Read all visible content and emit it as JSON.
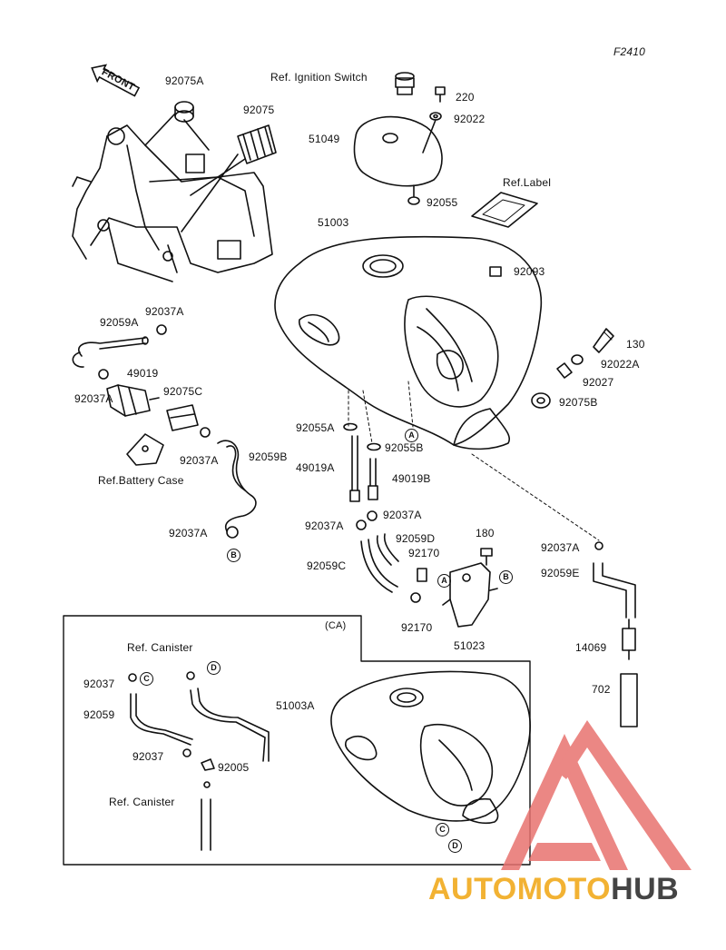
{
  "figure_id": "F2410",
  "front_label": "FRONT",
  "ca_label": "(CA)",
  "labels": {
    "l_92075A": "92075A",
    "l_92075": "92075",
    "l_ignition": "Ref. Ignition Switch",
    "l_220": "220",
    "l_92022": "92022",
    "l_51049": "51049",
    "l_ref_label": "Ref.Label",
    "l_92055": "92055",
    "l_51003": "51003",
    "l_92093": "92093",
    "l_92037A_1": "92037A",
    "l_92059A": "92059A",
    "l_49019": "49019",
    "l_92037A_2": "92037A",
    "l_92075C": "92075C",
    "l_92037A_3": "92037A",
    "l_92059B": "92059B",
    "l_battery": "Ref.Battery Case",
    "l_92037A_4": "92037A",
    "l_130": "130",
    "l_92022A": "92022A",
    "l_92027": "92027",
    "l_92075B": "92075B",
    "l_92055A": "92055A",
    "l_92055B": "92055B",
    "l_49019A": "49019A",
    "l_49019B": "49019B",
    "l_92037A_5": "92037A",
    "l_92037A_6": "92037A",
    "l_92059D": "92059D",
    "l_180": "180",
    "l_92170_1": "92170",
    "l_92059C": "92059C",
    "l_92037A_7": "92037A",
    "l_92059E": "92059E",
    "l_92170_2": "92170",
    "l_51023": "51023",
    "l_14069": "14069",
    "l_702": "702",
    "l_ref_canister_1": "Ref. Canister",
    "l_92037": "92037",
    "l_92059": "92059",
    "l_92037_2": "92037",
    "l_92005": "92005",
    "l_ref_canister_2": "Ref. Canister",
    "l_51003A": "51003A"
  },
  "circle_refs": {
    "cA1": "A",
    "cB1": "B",
    "cA2": "A",
    "cB2": "B",
    "cC1": "C",
    "cD1": "D",
    "cC2": "C",
    "cD2": "D"
  },
  "watermark": {
    "part1": "AUTOMOTO",
    "part2": "HUB",
    "color_accent": "#f2b233",
    "color_logo": "#e8736f"
  }
}
